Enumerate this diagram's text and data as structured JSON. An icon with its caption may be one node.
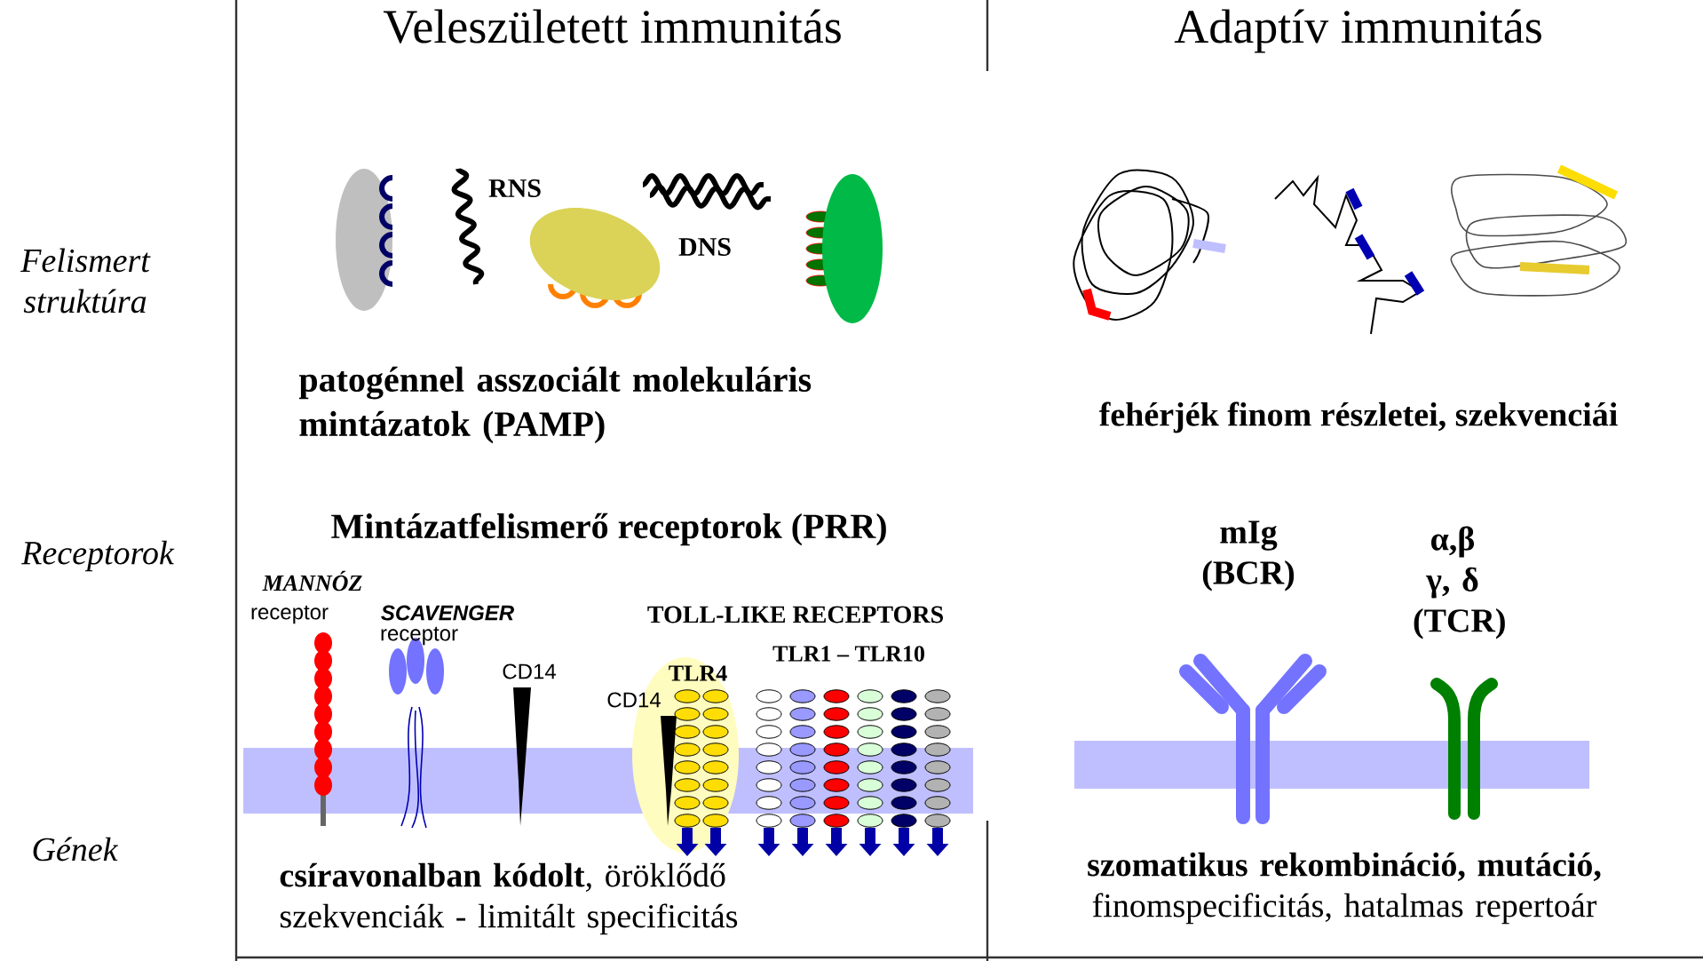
{
  "diagram": {
    "labels": [
      "Veleszületett immunitás",
      "Adaptív immunitás",
      "Felismert struktúra",
      "RNS",
      "DNS",
      "patogénnel asszociált molekuláris mintázatok (PAMP)",
      "fehérjék finom részletei, szekvenciái",
      "Receptorok",
      "Mintázatfelismerő receptorok (PRR)",
      "mIg (BCR)",
      "α,β γ, δ (TCR)",
      "MANNÓZ",
      "receptor",
      "SCAVENGER",
      "receptor",
      "CD14",
      "TOLL-LIKE RECEPTORS",
      "TLR1 – TLR10",
      "TLR4",
      "CD14",
      "Gének",
      "**csíravonalban kódolt**, öröklődő szekvenciák - limitált specificitás",
      "**szomatikus rekombináció, mutáció,** finomspecificitás, hatalmas repertoár"
    ]
  }
}
